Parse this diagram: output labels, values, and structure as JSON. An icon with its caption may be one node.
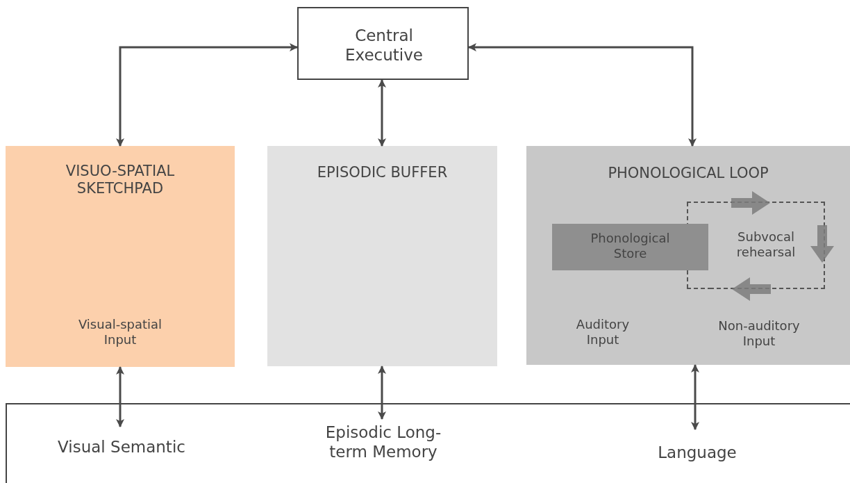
{
  "diagram": {
    "nodes": [
      {
        "text": [
          "Central Executive"
        ]
      },
      {
        "text": [
          "VISUO-SPATIAL SKETCHPAD",
          "Visual-spatial Input"
        ]
      },
      {
        "text": [
          "EPISODIC BUFFER"
        ]
      },
      {
        "text": [
          "PHONOLOGICAL LOOP",
          "Auditory Input",
          "Non-auditory Input"
        ]
      },
      {
        "text": [
          "Phonological Store"
        ],
        "in": 3
      },
      {
        "text": [
          "Subvocal rehearsal"
        ],
        "in": 3
      },
      {
        "text": [],
        "shape": "box"
      },
      {
        "text": [
          "Visual Semantic"
        ],
        "in": 6
      },
      {
        "text": [
          "Episodic Long-term Memory"
        ],
        "in": 6
      },
      {
        "text": [
          "Language"
        ],
        "in": 6
      }
    ],
    "edges": [
      {
        "from": 0,
        "to": 1,
        "arrow": "both"
      },
      {
        "from": 0,
        "to": 2,
        "arrow": "both"
      },
      {
        "from": 0,
        "to": 3,
        "arrow": "both"
      },
      {
        "from": 1,
        "to": 7,
        "arrow": "both"
      },
      {
        "from": 2,
        "to": 8,
        "arrow": "both"
      },
      {
        "from": 3,
        "to": 9,
        "arrow": "both"
      }
    ]
  }
}
